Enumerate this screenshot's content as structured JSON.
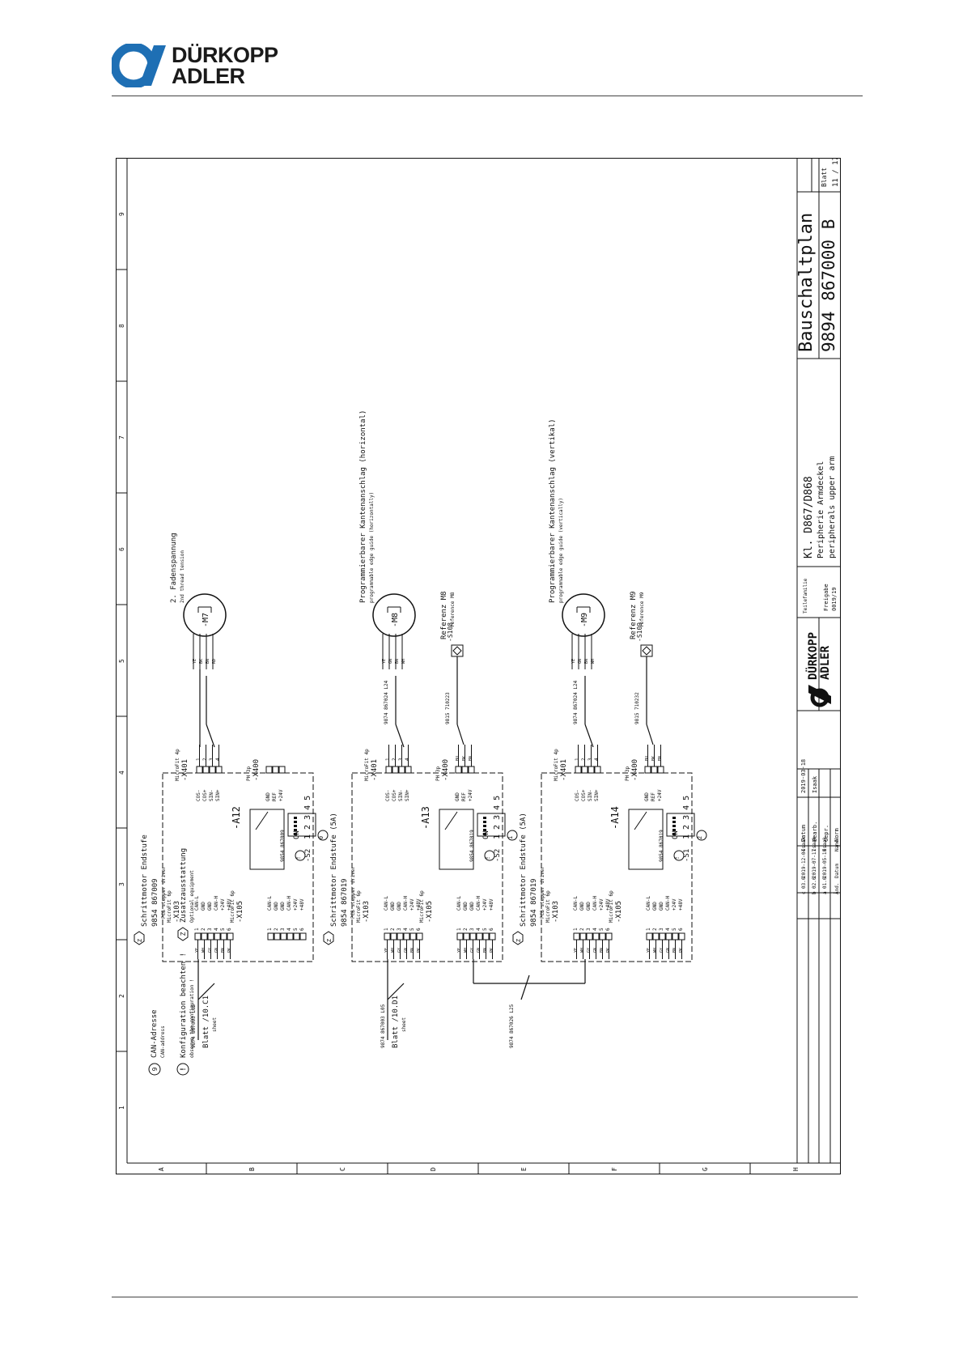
{
  "brand": {
    "name_line1": "DÜRKOPP",
    "name_line2": "ADLER",
    "color": "#1e6fb4"
  },
  "frame": {
    "columns": [
      "1",
      "2",
      "3",
      "4",
      "5",
      "6",
      "7",
      "8",
      "9"
    ],
    "rows": [
      "A",
      "B",
      "C",
      "D",
      "E",
      "F",
      "G",
      "H"
    ]
  },
  "legend": {
    "can_symbol": "9",
    "can_de": "CAN-Adresse",
    "can_en": "CAN-address",
    "conf_symbol": "!",
    "conf_de": "Konfiguration beachten !",
    "conf_en": "observe the configuration !",
    "z_symbol": "Z",
    "z_de": "Zusatzausstattung",
    "z_en": "Optional equipment"
  },
  "drivers": [
    {
      "title_de": "Schrittmotor Endstufe",
      "part": "9854 867009",
      "sub_en": "PCB stepper driver",
      "ref": "-A12",
      "board": "9854 867009",
      "switch": "-S2",
      "switch_on": "ON",
      "switch_nums": "1 2 3 4 5",
      "can_addr": "0",
      "z": "Z"
    },
    {
      "title_de": "Schrittmotor Endstufe (5A)",
      "part": "9854 867019",
      "sub_en": "PCB stepper driver",
      "ref": "-A13",
      "board": "9854 867019",
      "switch": "-S2",
      "switch_on": "ON",
      "switch_nums": "1 2 3 4 5",
      "can_addr": "1",
      "z": "Z"
    },
    {
      "title_de": "Schrittmotor Endstufe (5A)",
      "part": "9854 867019",
      "sub_en": "PCB stepper driver",
      "ref": "-A14",
      "board": "9854 867019",
      "switch": "-S1",
      "switch_on": "ON",
      "switch_nums": "1 2 3 4 5",
      "can_addr": "2",
      "z": "Z"
    }
  ],
  "connectors": {
    "x103_type": "MicroFit 6p",
    "x103": "-X103",
    "x105_type": "MicroFit 6p",
    "x105": "-X105",
    "x401_type": "MicroFit 4p",
    "x401": "-X401",
    "x400_type": "PH 3p",
    "x400": "-X400",
    "can_pins": [
      "CAN-L",
      "GND",
      "GND",
      "CAN-H",
      "+24V",
      "+48V"
    ],
    "motor_pins": [
      "COS-",
      "COS+",
      "SIN-",
      "SIN+"
    ],
    "ref_pins": [
      "GND",
      "REF",
      "+24V"
    ],
    "can_colors": [
      "YE",
      "WH",
      "GY",
      "GN",
      "BN",
      "PK"
    ]
  },
  "cables": [
    {
      "part": "9874 867003 L05",
      "sheet_de": "Blatt /10.C1",
      "sheet_en": "sheet"
    },
    {
      "part": "9874 867003 L05",
      "sheet_de": "Blatt /10.D1",
      "sheet_en": "sheet"
    },
    {
      "part": "9874 867026 L25"
    }
  ],
  "motors": [
    {
      "ref": "-M7",
      "label_de": "2. Fadenspannung",
      "label_en": "2nd thread tension",
      "colors": [
        "YE",
        "BK",
        "BN",
        "RD"
      ]
    },
    {
      "ref": "-M8",
      "label_de": "Programmierbarer Kantenanschlag (horizontal)",
      "label_en": "programmable edge guide (horizontally)",
      "cable": "9874 867024 L24",
      "colors": [
        "YE",
        "GN",
        "BN",
        "WH"
      ]
    },
    {
      "ref": "-M9",
      "label_de": "Programmierbarer Kantenanschlag (vertikal)",
      "label_en": "programmable edge guide (vertically)",
      "cable": "9874 867024 L24",
      "colors": [
        "YE",
        "GN",
        "BN",
        "WH"
      ]
    }
  ],
  "sensors": [
    {
      "ref": "-S108",
      "label_de": "Referenz M8",
      "label_en": "reference M8",
      "cable": "9815 710223",
      "colors": [
        "BU",
        "BK",
        "BN"
      ]
    },
    {
      "ref": "-S109",
      "label_de": "Referenz M9",
      "label_en": "reference M9",
      "cable": "9815 710232",
      "colors": [
        "BU",
        "BK",
        "BN"
      ]
    }
  ],
  "title_block": {
    "title": "Bauschaltplan",
    "drawing_no": "9894  867000 B",
    "sheet_label": "Blatt",
    "sheet_value": "11 / 17",
    "class": "Kl. D867/D868",
    "desc_de": "Peripherie Armdeckel",
    "desc_en": "peripherals upper arm",
    "family_label": "Teilefamilie",
    "release_label": "Freigabe",
    "release_value": "0019/19",
    "date_label": "Datum",
    "date_value": "2019-03-18",
    "drawn_label": "Bearb.",
    "drawn_value": "Isaak",
    "checked_label": "Gepr.",
    "norm_label": "Norm",
    "rev_rows": [
      [
        "c",
        "03.0",
        "2019-12-04",
        "Isaak"
      ],
      [
        "b",
        "02.0",
        "2019-07-17",
        "Isaak"
      ],
      [
        "a",
        "01.0",
        "2019-05-10",
        "Isaak"
      ]
    ],
    "rev_header": [
      "Änd.",
      "Datum",
      "Name"
    ]
  }
}
